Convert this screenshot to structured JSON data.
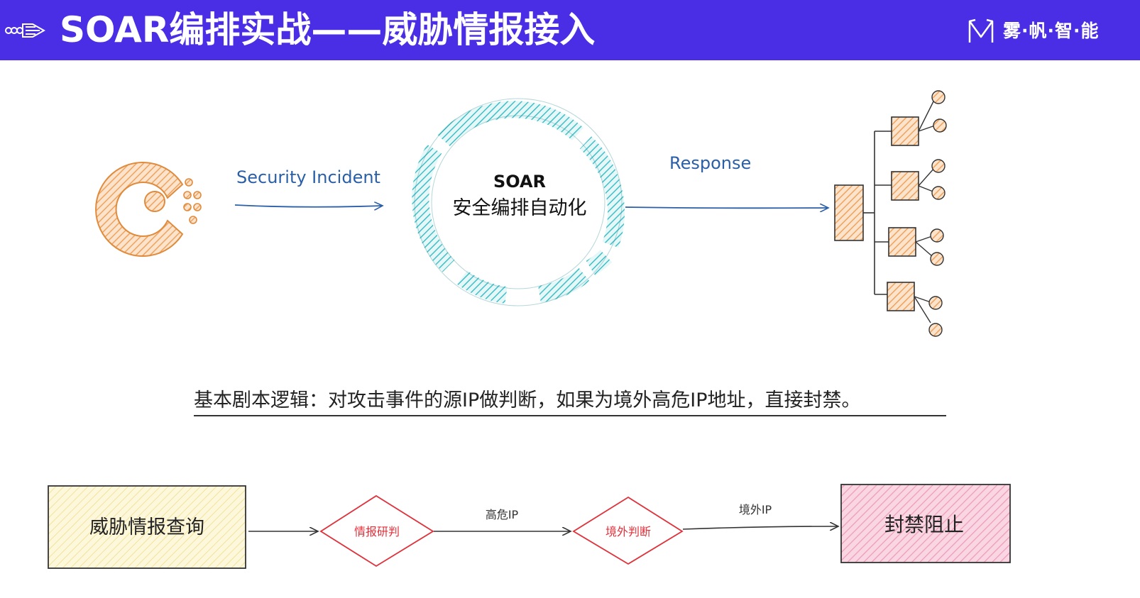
{
  "header": {
    "title": "SOAR编排实战——威胁情报接入",
    "brand": "雾·帆·智·能"
  },
  "top_flow": {
    "edge_security_incident": "Security Incident",
    "soar_label": "SOAR",
    "soar_subtitle": "安全编排自动化",
    "edge_response": "Response"
  },
  "summary_text": "基本剧本逻辑：对攻击事件的源IP做判断，如果为境外高危IP地址，直接封禁。",
  "bottom_flow": {
    "node_query": "威胁情报查询",
    "decision_research": "情报研判",
    "edge_high_risk": "高危IP",
    "decision_foreign": "境外判断",
    "edge_foreign": "境外IP",
    "node_block": "封禁阻止"
  },
  "colors": {
    "header_bg": "#4a2ee6",
    "orange": "#f0a35e",
    "cyan": "#40bfc8",
    "blue_text": "#2a5fa8",
    "red": "#e0303a",
    "yellow_fill": "#fbf4cc",
    "pink_fill": "#f6c4d6"
  }
}
